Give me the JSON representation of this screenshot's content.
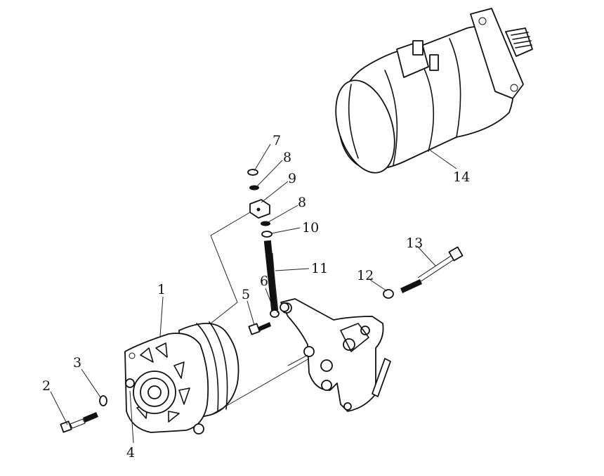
{
  "callouts": [
    {
      "id": "callout-1",
      "label": "1"
    },
    {
      "id": "callout-2",
      "label": "2"
    },
    {
      "id": "callout-3",
      "label": "3"
    },
    {
      "id": "callout-4",
      "label": "4"
    },
    {
      "id": "callout-5",
      "label": "5"
    },
    {
      "id": "callout-6",
      "label": "6"
    },
    {
      "id": "callout-7",
      "label": "7"
    },
    {
      "id": "callout-8a",
      "label": "8"
    },
    {
      "id": "callout-8b",
      "label": "8"
    },
    {
      "id": "callout-9",
      "label": "9"
    },
    {
      "id": "callout-10",
      "label": "10"
    },
    {
      "id": "callout-11",
      "label": "11"
    },
    {
      "id": "callout-12",
      "label": "12"
    },
    {
      "id": "callout-13",
      "label": "13"
    },
    {
      "id": "callout-14",
      "label": "14"
    }
  ]
}
